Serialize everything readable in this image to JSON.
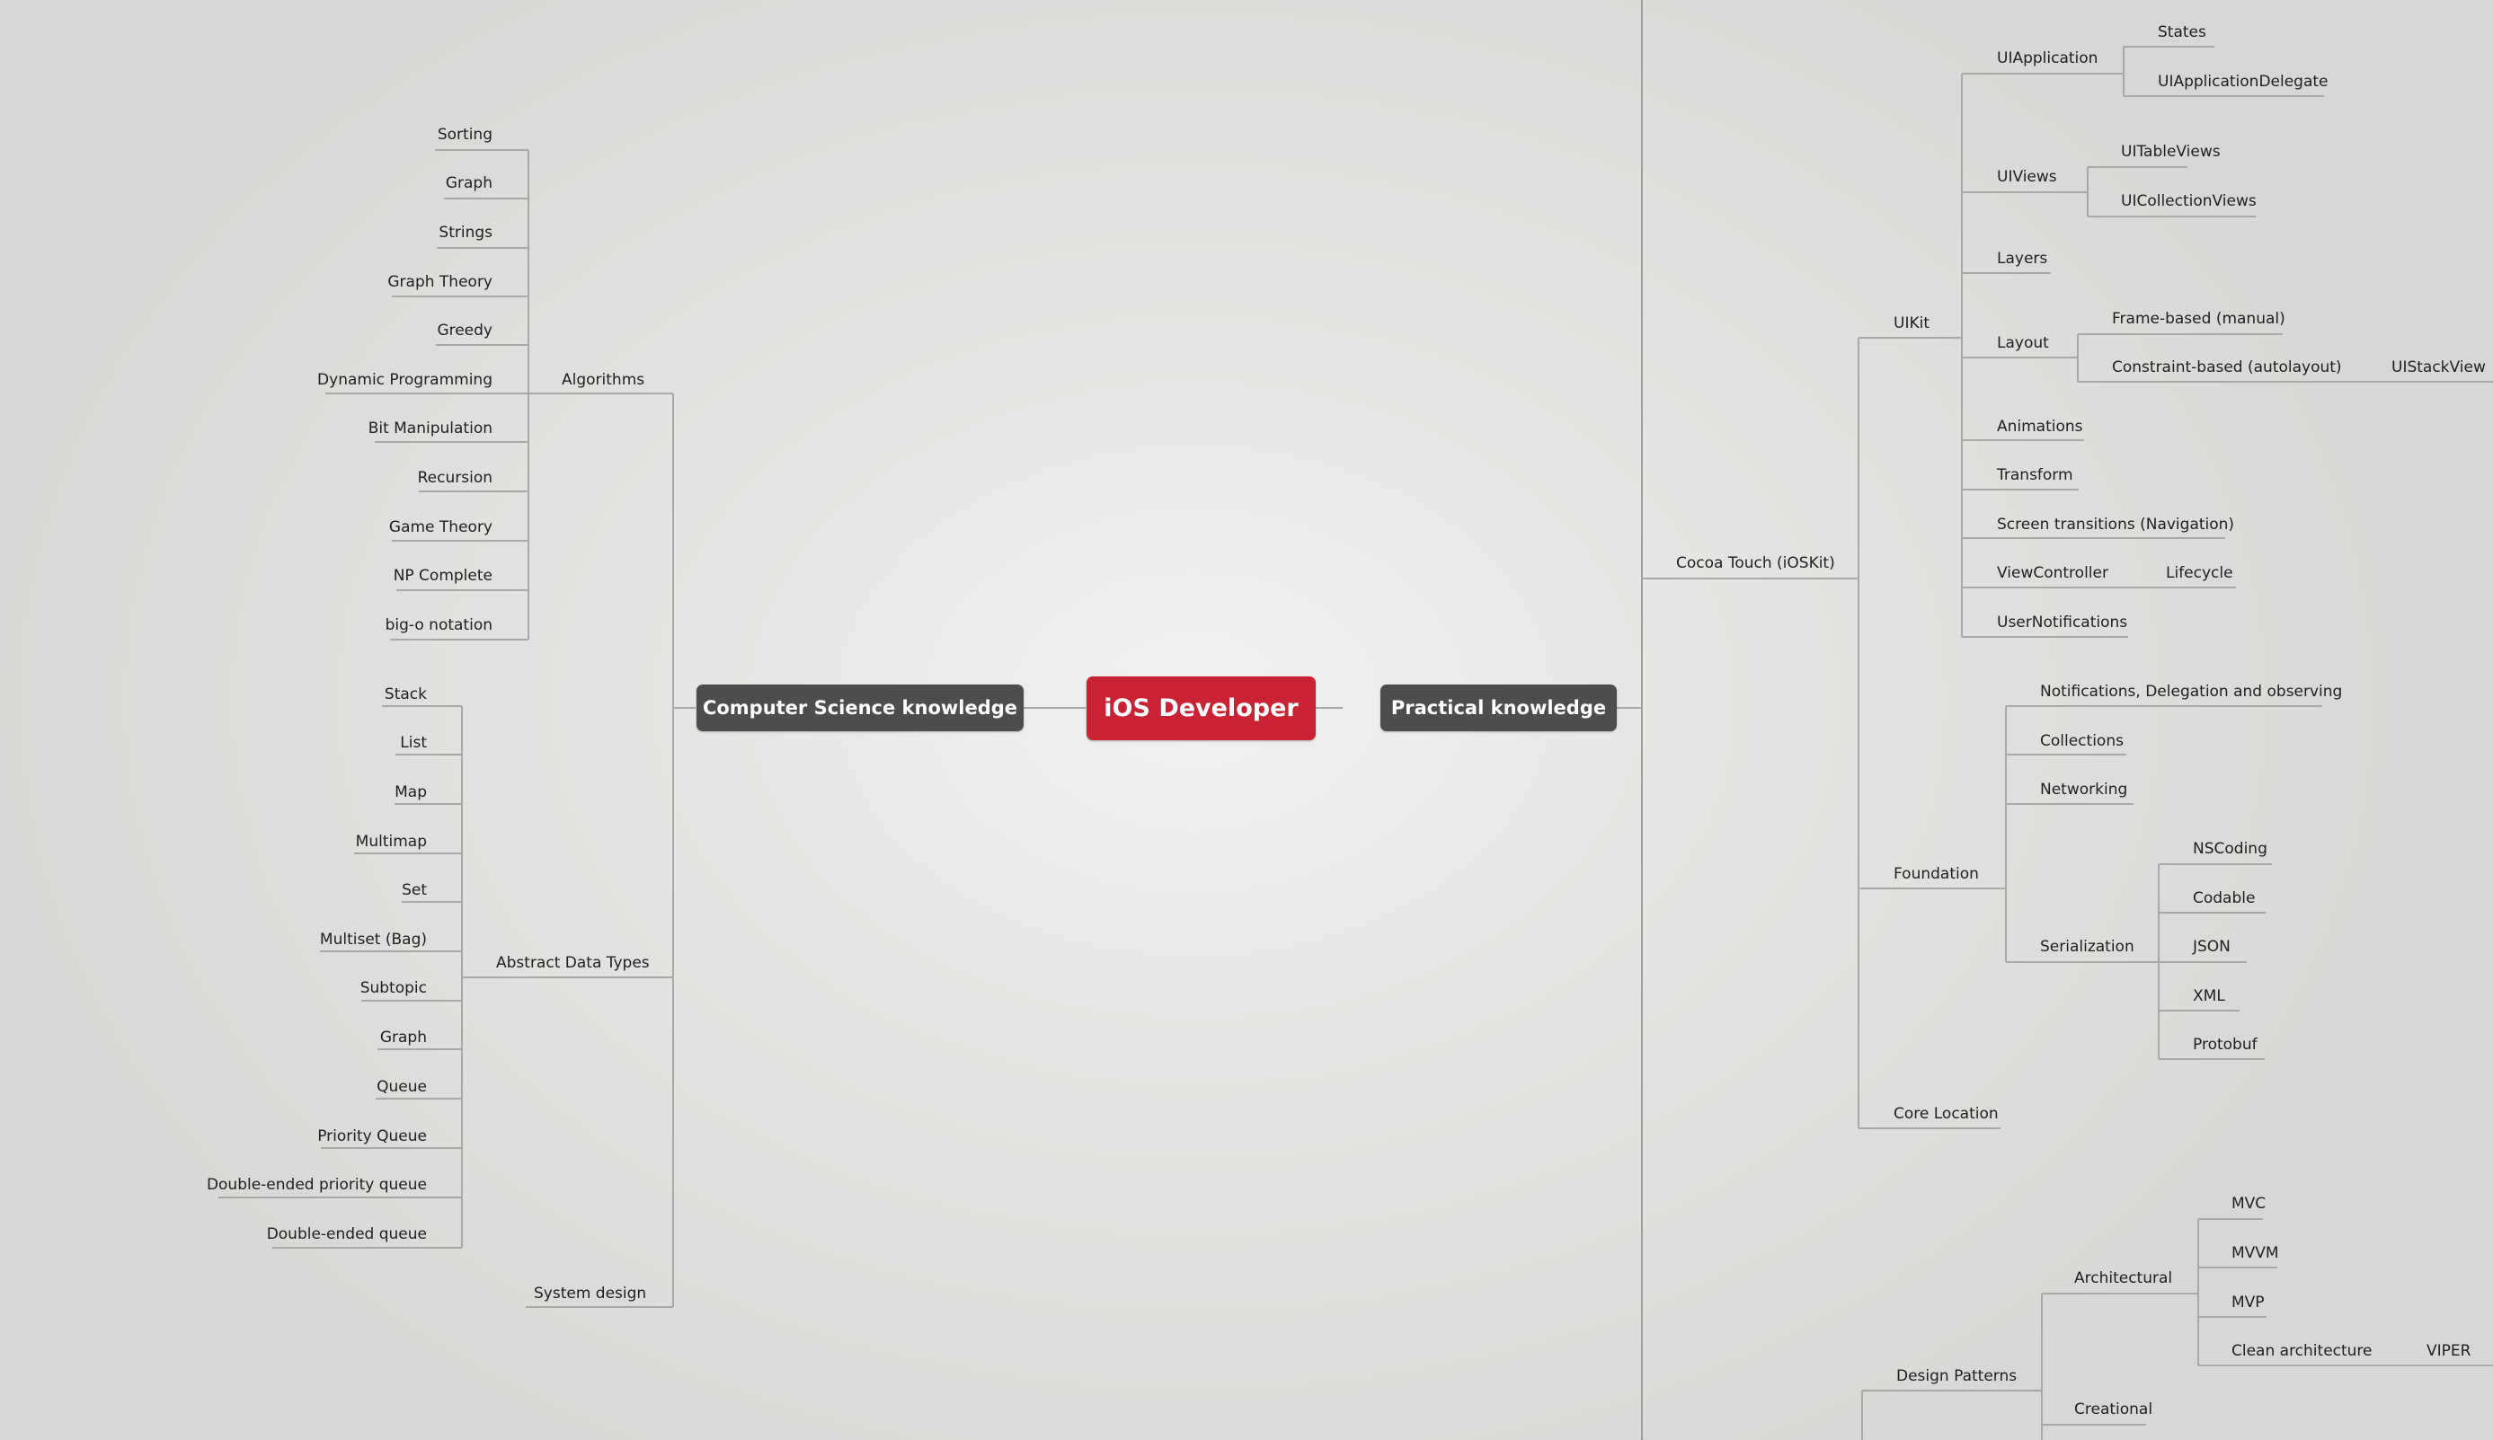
{
  "root": "iOS Developer",
  "cs": {
    "title": "Computer Science knowledge",
    "algorithms": {
      "label": "Algorithms",
      "items": [
        "Sorting",
        "Graph",
        "Strings",
        "Graph Theory",
        "Greedy",
        "Dynamic Programming",
        "Bit Manipulation",
        "Recursion",
        "Game Theory",
        "NP Complete",
        "big-o notation"
      ]
    },
    "adt": {
      "label": "Abstract Data Types",
      "items": [
        "Stack",
        "List",
        "Map",
        "Multimap",
        "Set",
        "Multiset (Bag)",
        "Subtopic",
        "Graph",
        "Queue",
        "Priority Queue",
        "Double-ended priority queue",
        "Double-ended queue"
      ]
    },
    "system_design": "System design"
  },
  "practical": {
    "title": "Practical knowledge",
    "cocoa": {
      "label": "Cocoa Touch (iOSKit)",
      "uikit": {
        "label": "UIKit",
        "uiapplication": {
          "label": "UIApplication",
          "children": [
            "States",
            "UIApplicationDelegate"
          ]
        },
        "uiviews": {
          "label": "UIViews",
          "children": [
            "UITableViews",
            "UICollectionViews"
          ]
        },
        "layers": "Layers",
        "layout": {
          "label": "Layout",
          "frame": "Frame-based (manual)",
          "constraint": "Constraint-based (autolayout)",
          "stackview": "UIStackView"
        },
        "animations": "Animations",
        "transform": "Transform",
        "screen_transitions": "Screen transitions (Navigation)",
        "viewcontroller": {
          "label": "ViewController",
          "child": "Lifecycle"
        },
        "usernotifications": "UserNotifications"
      },
      "foundation": {
        "label": "Foundation",
        "notifications": "Notifications, Delegation and observing",
        "collections": "Collections",
        "networking": "Networking",
        "serialization": {
          "label": "Serialization",
          "children": [
            "NSCoding",
            "Codable",
            "JSON",
            "XML",
            "Protobuf"
          ]
        }
      },
      "core_location": "Core Location"
    },
    "design_patterns": {
      "label": "Design Patterns",
      "architectural": {
        "label": "Architectural",
        "children": [
          "MVC",
          "MVVM",
          "MVP"
        ],
        "clean": "Clean architecture",
        "viper": "VIPER"
      },
      "creational": "Creational"
    }
  },
  "colors": {
    "root": "#c92234",
    "branch": "#4d4d4d",
    "connector": "#a7a9a6"
  }
}
